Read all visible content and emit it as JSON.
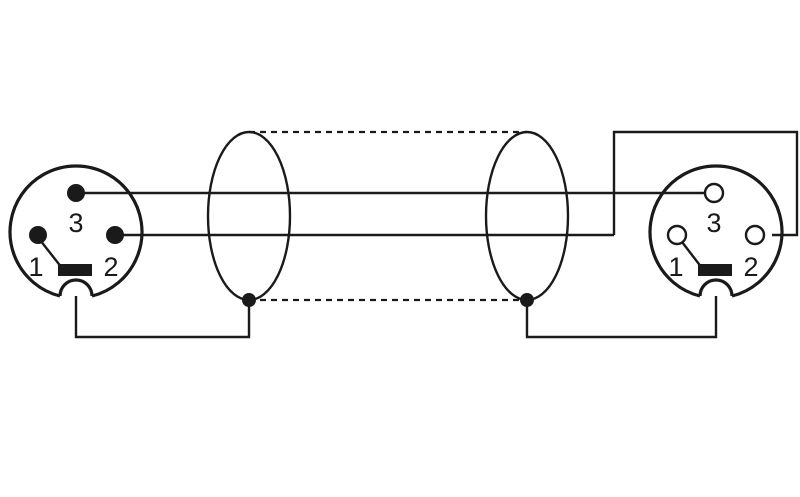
{
  "colors": {
    "line": "#1a1a1a",
    "background": "#ffffff"
  },
  "left_connector": {
    "type": "xlr-male",
    "pins": [
      {
        "label": "1",
        "style": "solid"
      },
      {
        "label": "2",
        "style": "solid"
      },
      {
        "label": "3",
        "style": "solid"
      }
    ]
  },
  "right_connector": {
    "type": "xlr-female",
    "pins": [
      {
        "label": "1",
        "style": "hollow"
      },
      {
        "label": "2",
        "style": "hollow"
      },
      {
        "label": "3",
        "style": "hollow"
      }
    ]
  },
  "cable": {
    "shield_style": "dashed"
  }
}
